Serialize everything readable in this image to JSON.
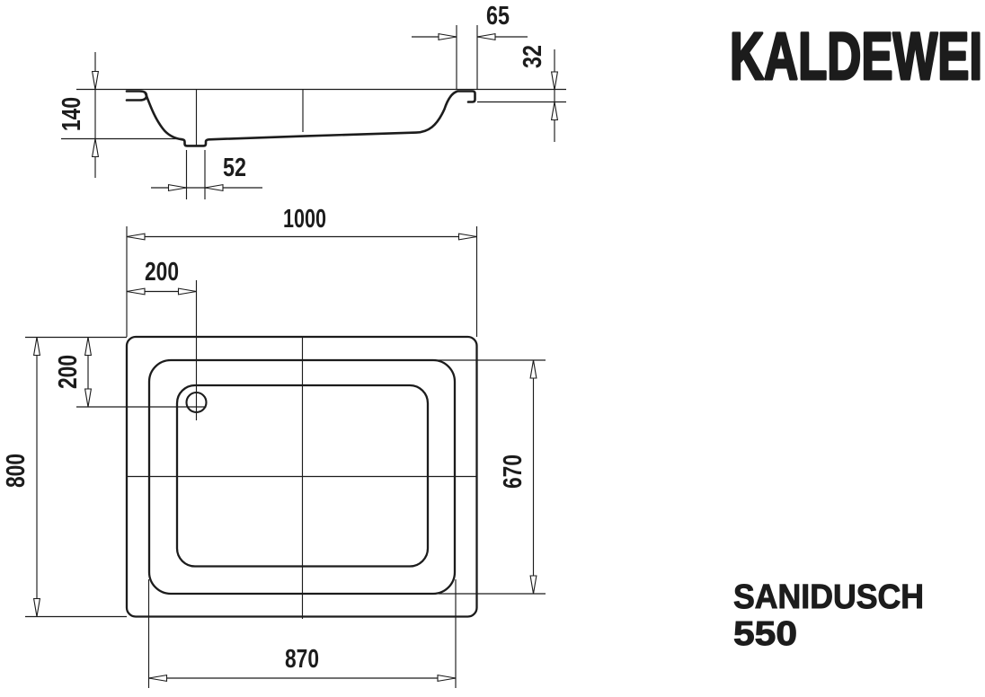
{
  "brand": {
    "logo": "KALDEWEI"
  },
  "product": {
    "name": "SANIDUSCH",
    "model": "550"
  },
  "section_view": {
    "dims": {
      "overall_depth": "140",
      "drain_recess_width": "52",
      "rim_flange_width": "65",
      "rim_edge_drop": "32"
    }
  },
  "plan_view": {
    "dims": {
      "overall_width": "1000",
      "overall_depth": "800",
      "drain_offset_x": "200",
      "drain_offset_y": "200",
      "floor_width": "870",
      "floor_depth": "670"
    }
  },
  "colors": {
    "line": "#1c1c1c",
    "background": "#ffffff"
  }
}
